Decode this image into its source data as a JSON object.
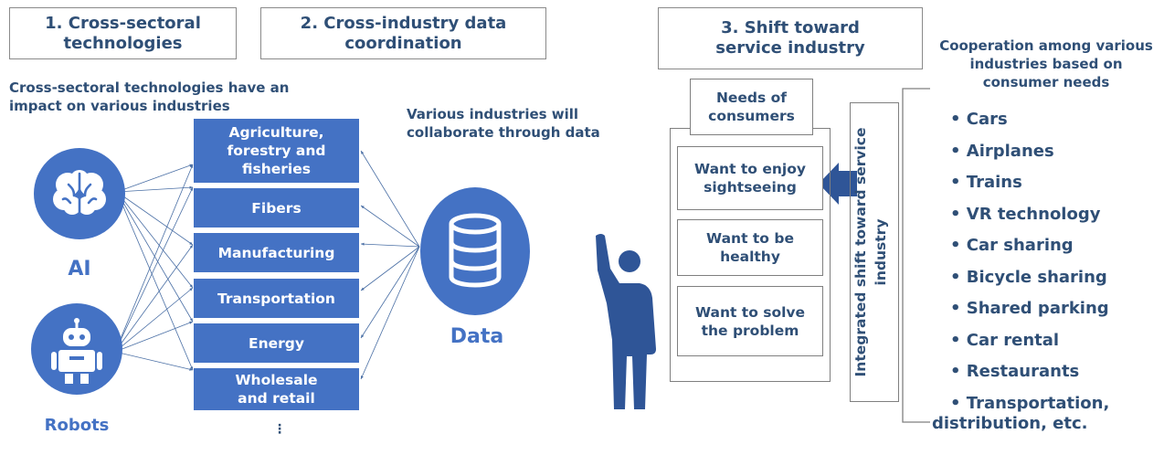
{
  "headers": {
    "h1": "1. Cross-sectoral technologies",
    "h2": "2. Cross-industry data coordination",
    "h3": "3. Shift toward service industry"
  },
  "notes": {
    "cross_sectoral": "Cross-sectoral technologies have an impact on various industries",
    "collaborate": "Various industries will collaborate through data",
    "cooperation": "Cooperation among various industries based on consumer needs"
  },
  "ai_label": "AI",
  "robots_label": "Robots",
  "data_label": "Data",
  "industries": [
    "Agriculture, forestry and fisheries",
    "Fibers",
    "Manufacturing",
    "Transportation",
    "Energy",
    "Wholesale and retail"
  ],
  "needs_title": "Needs of consumers",
  "needs": [
    "Want to enjoy sightseeing",
    "Want to be healthy",
    "Want to solve the problem"
  ],
  "vertical_label": "Integrated shift toward service industry",
  "services": [
    "• Cars",
    "• Airplanes",
    "• Trains",
    "• VR technology",
    "• Car sharing",
    "• Bicycle sharing",
    "• Shared parking",
    "• Car rental",
    "• Restaurants"
  ],
  "services_last": [
    "• Transportation,",
    "distribution, etc."
  ],
  "ellipsis": "⋮",
  "colors": {
    "accent": "#4472c4",
    "text": "#2f4f76",
    "arrow": "#4a6fa5",
    "border": "#8a8a8a"
  }
}
